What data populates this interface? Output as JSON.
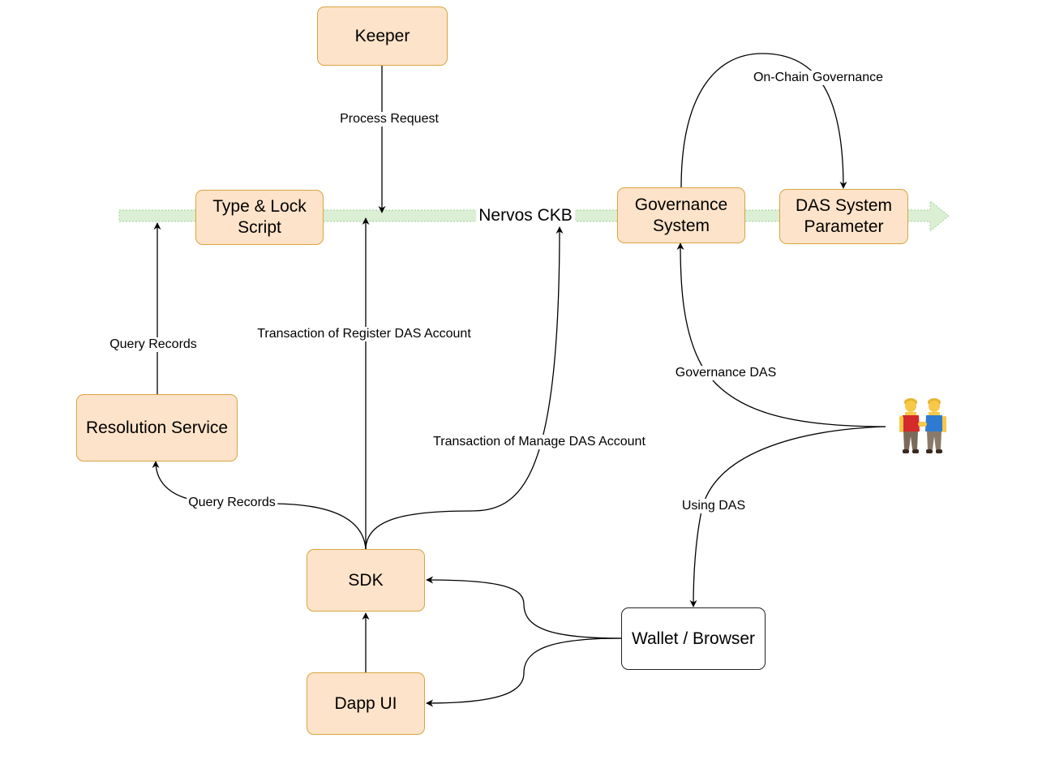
{
  "diagram": {
    "bus": {
      "label": "Nervos CKB",
      "color": "#dbefd4",
      "stroke": "#9fcf94"
    },
    "colors": {
      "node_fill": "#fde3c9",
      "node_border": "#d9a441",
      "line": "#000000"
    },
    "nodes": {
      "keeper": "Keeper",
      "type_lock_script": "Type & Lock\nScript",
      "governance_system": "Governance\nSystem",
      "das_system_parameter": "DAS System\nParameter",
      "resolution_service": "Resolution Service",
      "sdk": "SDK",
      "dapp_ui": "Dapp UI",
      "wallet_browser": "Wallet / Browser"
    },
    "edge_labels": {
      "process_request": "Process Request",
      "on_chain_governance": "On-Chain Governance",
      "query_records_up": "Query Records",
      "register_account": "Transaction of Register DAS Account",
      "manage_account": "Transaction of Manage DAS Account",
      "governance_das": "Governance DAS",
      "using_das": "Using DAS",
      "query_records_sdk": "Query Records"
    },
    "actor_icon": "two-people-icon"
  }
}
